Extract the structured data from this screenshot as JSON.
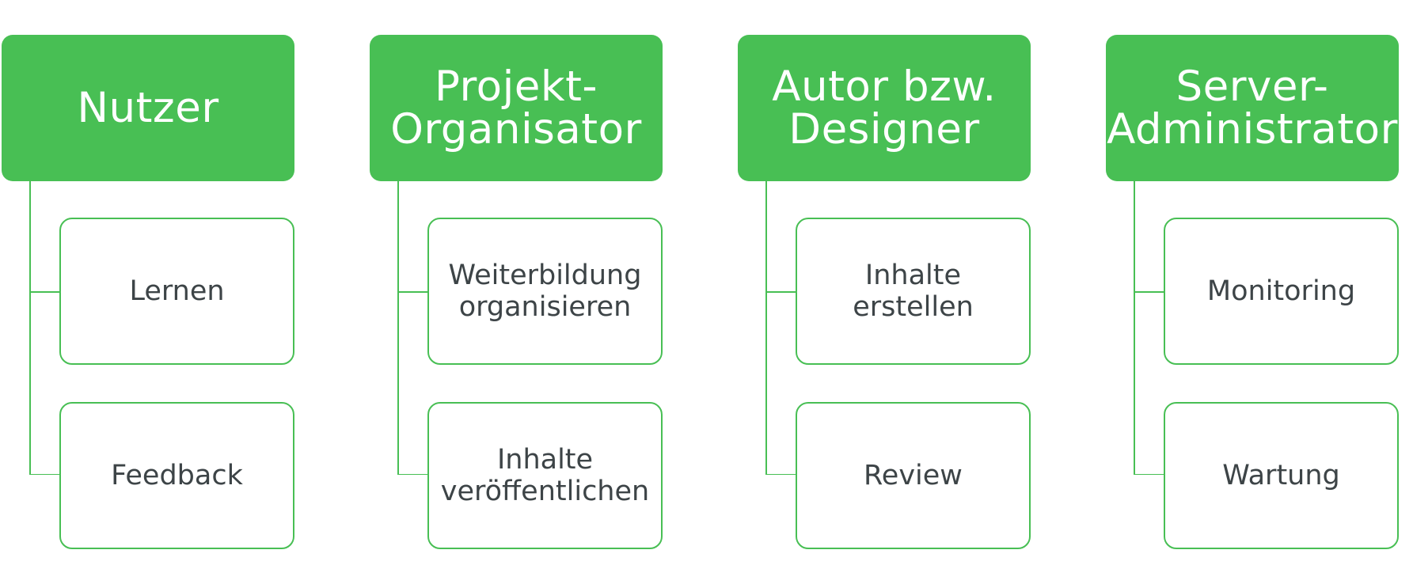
{
  "colors": {
    "accent": "#48bf54",
    "text": "#3d4447",
    "background": "#ffffff"
  },
  "roles": [
    {
      "title": "Nutzer",
      "tasks": [
        "Lernen",
        "Feedback"
      ]
    },
    {
      "title": "Projekt-\nOrganisator",
      "tasks": [
        "Weiterbildung\norganisieren",
        "Inhalte\nveröffentlichen"
      ]
    },
    {
      "title": "Autor bzw.\nDesigner",
      "tasks": [
        "Inhalte\nerstellen",
        "Review"
      ]
    },
    {
      "title": "Server-\nAdministrator",
      "tasks": [
        "Monitoring",
        "Wartung"
      ]
    }
  ]
}
